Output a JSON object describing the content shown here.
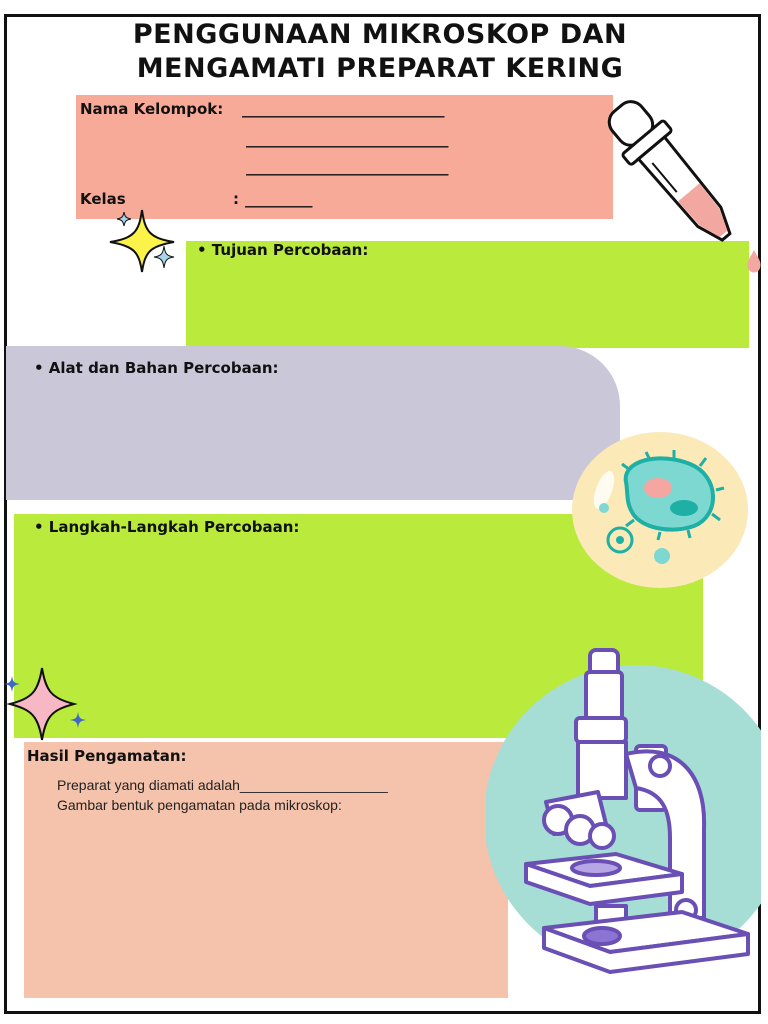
{
  "title": {
    "line1": "PENGGUNAAN MIKROSKOP DAN",
    "line2": "MENGAMATI PREPARAT KERING"
  },
  "identity": {
    "group_label": "Nama Kelompok:",
    "group_line1": "___________________________",
    "group_line2": "___________________________",
    "group_line3": "___________________________",
    "class_label": "Kelas",
    "class_colon": ":",
    "class_line": "_________"
  },
  "sections": {
    "purpose": "• Tujuan Percobaan:",
    "materials": "• Alat dan Bahan Percobaan:",
    "steps": "• Langkah-Langkah Percobaan:",
    "results": "Hasil Pengamatan:"
  },
  "results_body": {
    "line1": "Preparat yang diamati adalah___________________",
    "line2": "Gambar bentuk pengamatan pada mikroskop:"
  },
  "colors": {
    "salmon": "#f8aa98",
    "lime": "#b9ea3c",
    "lavender_grey": "#cac7d8",
    "peach": "#f5c2ab",
    "teal_circle": "#a6ded6",
    "outline_purple": "#6a4fb5"
  },
  "decorations": {
    "sparkle_top": "sparkle-icon",
    "sparkle_left": "sparkle-icon",
    "dropper": "dropper-icon",
    "bacteria": "bacteria-icon",
    "microscope": "microscope-icon"
  }
}
